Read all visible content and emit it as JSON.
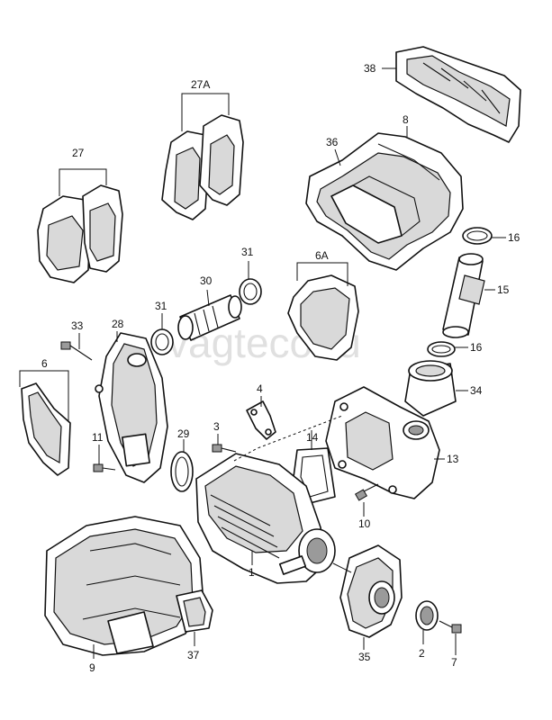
{
  "watermark": "vagteco.ru",
  "callouts": {
    "c1": "1",
    "c2": "2",
    "c3": "3",
    "c4": "4",
    "c6": "6",
    "c6A": "6A",
    "c7": "7",
    "c8": "8",
    "c9": "9",
    "c10": "10",
    "c11": "11",
    "c13": "13",
    "c14": "14",
    "c15": "15",
    "c16a": "16",
    "c16b": "16",
    "c27": "27",
    "c27A": "27A",
    "c28": "28",
    "c29": "29",
    "c30": "30",
    "c31a": "31",
    "c31b": "31",
    "c33": "33",
    "c34": "34",
    "c35": "35",
    "c36": "36",
    "c37": "37",
    "c38": "38"
  }
}
